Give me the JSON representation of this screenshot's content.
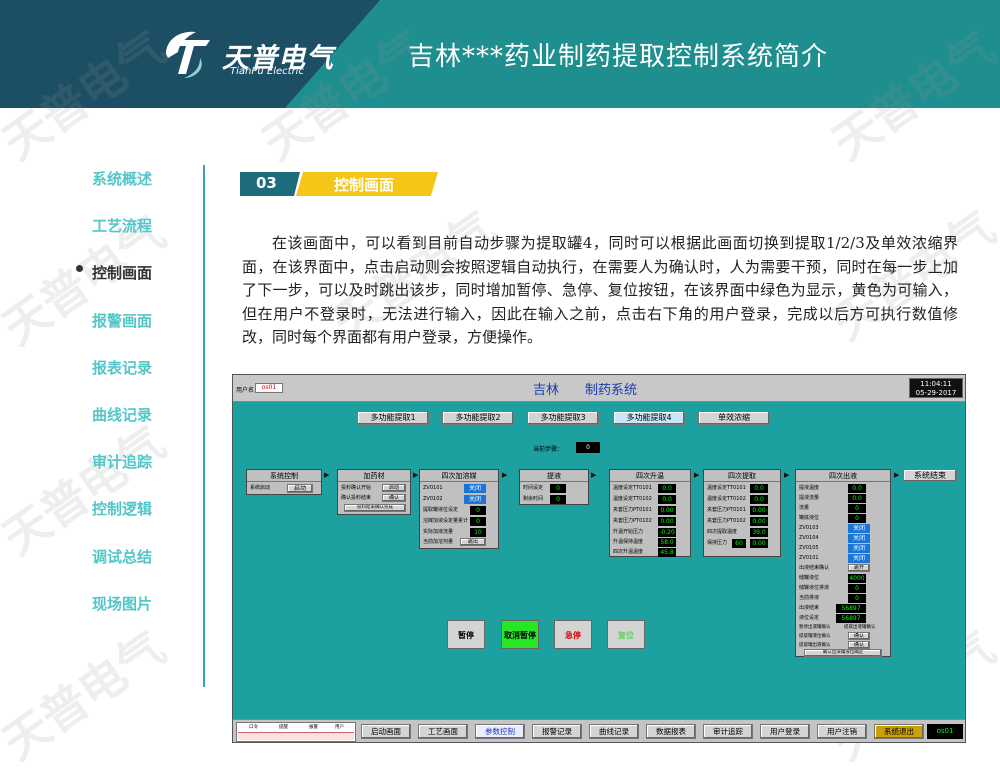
{
  "header": {
    "logo_cn": "天普电气",
    "logo_en": "TianPu Electric",
    "title": "吉林***药业制药提取控制系统简介"
  },
  "watermark": "天普电气",
  "sidebar": {
    "items": [
      {
        "label": "系统概述",
        "active": false
      },
      {
        "label": "工艺流程",
        "active": false
      },
      {
        "label": "控制画面",
        "active": true
      },
      {
        "label": "报警画面",
        "active": false
      },
      {
        "label": "报表记录",
        "active": false
      },
      {
        "label": "曲线记录",
        "active": false
      },
      {
        "label": "审计追踪",
        "active": false
      },
      {
        "label": "控制逻辑",
        "active": false
      },
      {
        "label": "调试总结",
        "active": false
      },
      {
        "label": "现场图片",
        "active": false
      }
    ]
  },
  "section": {
    "number": "03",
    "title": "控制画面"
  },
  "description": "在该画面中，可以看到目前自动步骤为提取罐4，同时可以根据此画面切换到提取1/2/3及单效浓缩界面，在该界面中，点击启动则会按照逻辑自动执行，在需要人为确认时，人为需要干预，同时在每一步上加了下一步，可以及时跳出该步，同时增加暂停、急停、复位按钮，在该界面中绿色为显示，黄色为可输入，但在用户不登录时，无法进行输入，因此在输入之前，点击右下角的用户登录，完成以后方可执行数值修改，同时每个界面都有用户登录，方便操作。",
  "hmi": {
    "user_label": "用户名",
    "user_value": "os01",
    "title": "吉林　　制药系统",
    "clock_time": "11:04:11",
    "clock_date": "05-29-2017",
    "tabs": [
      {
        "label": "多功能提取1",
        "selected": false
      },
      {
        "label": "多功能提取2",
        "selected": false
      },
      {
        "label": "多功能提取3",
        "selected": false
      },
      {
        "label": "多功能提取4",
        "selected": true
      },
      {
        "label": "单效浓缩",
        "selected": false
      }
    ],
    "current_step_label": "当前步骤：",
    "current_step_value": "0",
    "panels": {
      "system_control": {
        "title": "系统控制",
        "row_label": "系统启动",
        "start_btn": "启动"
      },
      "add_material": {
        "title": "加药材",
        "rows": [
          "投料确认开始",
          "确认投料结束"
        ],
        "btn_start": "启动",
        "btn_confirm": "确认",
        "footer": "投料结束确认完成"
      },
      "heat_water": {
        "title": "四次加溶媒",
        "rows": [
          "ZV0101",
          "ZV0102",
          "提取罐液位设定",
          "溶媒加液设定量累计",
          "实际加液流量",
          "当前加溶剂量"
        ],
        "states": [
          "关闭",
          "关闭"
        ],
        "values": [
          "0",
          "0",
          "10"
        ],
        "footer_btn": "跳出"
      },
      "extract": {
        "title": "提液",
        "rows": [
          "时间设定",
          "剩余时间"
        ],
        "values": [
          "0",
          "0"
        ]
      },
      "heating": {
        "title": "四次升温",
        "rows": [
          "温度设定TT0101",
          "温度设定TT0102",
          "夹套压力PT0101",
          "夹套压力PT0102",
          "升温开始压力",
          "升温保持温度",
          "四次升温温度"
        ],
        "values": [
          "0.0",
          "0.0",
          "0.00",
          "0.00",
          "-0.20",
          "58.0",
          "45.8"
        ]
      },
      "circulate": {
        "title": "四次提取",
        "rows": [
          "温度设定TT0101",
          "温度设定TT0102",
          "夹套压力PT0101",
          "夹套压力PT0102",
          "四次提取温度",
          "保持压力"
        ],
        "values": [
          "0.0",
          "0.0",
          "0.00",
          "0.00",
          "39.0",
          "0.00"
        ],
        "extra_value": "60"
      },
      "discharge": {
        "title": "四次出液",
        "rows": [
          "提液温度",
          "提液流量",
          "流量",
          "罐底液位",
          "ZV0103",
          "ZV0104",
          "ZV0105",
          "ZV0101",
          "出液结束确认",
          "储罐液位",
          "储罐液位排液",
          "当前排液",
          "出液结束",
          "液位设定"
        ],
        "states": [
          "关闭",
          "关闭",
          "关闭",
          "关闭"
        ],
        "values": [
          "0.0",
          "0.0",
          "0",
          "0",
          "4000",
          "0",
          "0"
        ],
        "btn_label": "跳开",
        "totals": [
          "56897",
          "56897"
        ],
        "confirm_rows": [
          "暂停出液罐确认",
          "提取出液罐确认",
          "提取罐液位确认",
          "提取罐出液确认"
        ],
        "confirm_btn": "确认",
        "footer": "确认出液罐液位确定"
      },
      "system_end": {
        "label": "系统结束"
      }
    },
    "controls": {
      "pause": "暂停",
      "cancel_pause": "取消暂停",
      "estop": "急停",
      "reset": "复位"
    },
    "status_rows": [
      "口令",
      "提醒",
      "报警",
      "用户"
    ],
    "nav_buttons": [
      {
        "label": "启动画面",
        "highlight": false
      },
      {
        "label": "工艺画面",
        "highlight": false
      },
      {
        "label": "参数控制",
        "highlight": true
      },
      {
        "label": "报警记录",
        "highlight": false
      },
      {
        "label": "曲线记录",
        "highlight": false
      },
      {
        "label": "数据报表",
        "highlight": false
      },
      {
        "label": "审计追踪",
        "highlight": false
      },
      {
        "label": "用户登录",
        "highlight": false
      },
      {
        "label": "用户注销",
        "highlight": false
      },
      {
        "label": "系统退出",
        "highlight": false
      }
    ],
    "bottom_user": "os01"
  }
}
